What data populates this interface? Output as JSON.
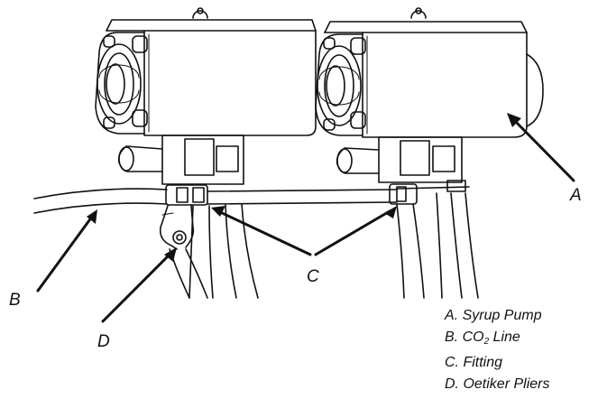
{
  "callouts": {
    "a": "A",
    "b": "B",
    "c": "C",
    "d": "D"
  },
  "legend": {
    "a": "A. Syrup Pump",
    "b_prefix": "B. CO",
    "b_sub": "2",
    "b_suffix": " Line",
    "c": "C. Fitting",
    "d": "D. Oetiker Pliers"
  },
  "colors": {
    "ink": "#111111",
    "paper": "#ffffff"
  }
}
